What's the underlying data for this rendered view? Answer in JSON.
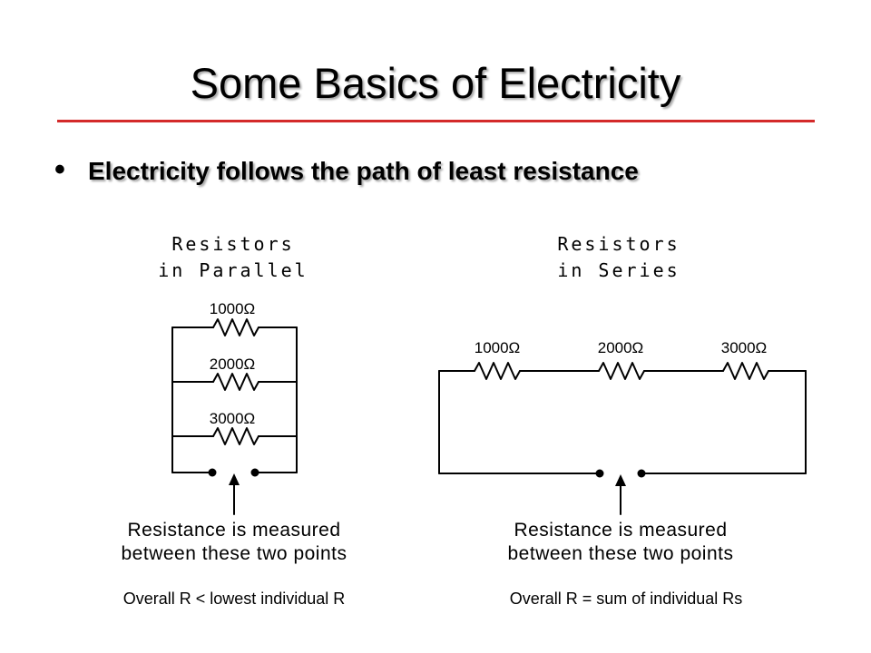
{
  "slide": {
    "title": "Some Basics of Electricity",
    "bullet": "Electricity follows the path of least resistance",
    "accent_color": "#d42a2a"
  },
  "parallel": {
    "heading_line1": "Resistors",
    "heading_line2": "in Parallel",
    "resistor_labels": [
      "1000Ω",
      "2000Ω",
      "3000Ω"
    ],
    "caption_line1": "Resistance is measured",
    "caption_line2": "between these two points",
    "note": "Overall R < lowest individual R"
  },
  "series": {
    "heading_line1": "Resistors",
    "heading_line2": "in Series",
    "resistor_labels": [
      "1000Ω",
      "2000Ω",
      "3000Ω"
    ],
    "caption_line1": "Resistance is measured",
    "caption_line2": "between these two points",
    "note": "Overall R = sum of individual Rs"
  }
}
